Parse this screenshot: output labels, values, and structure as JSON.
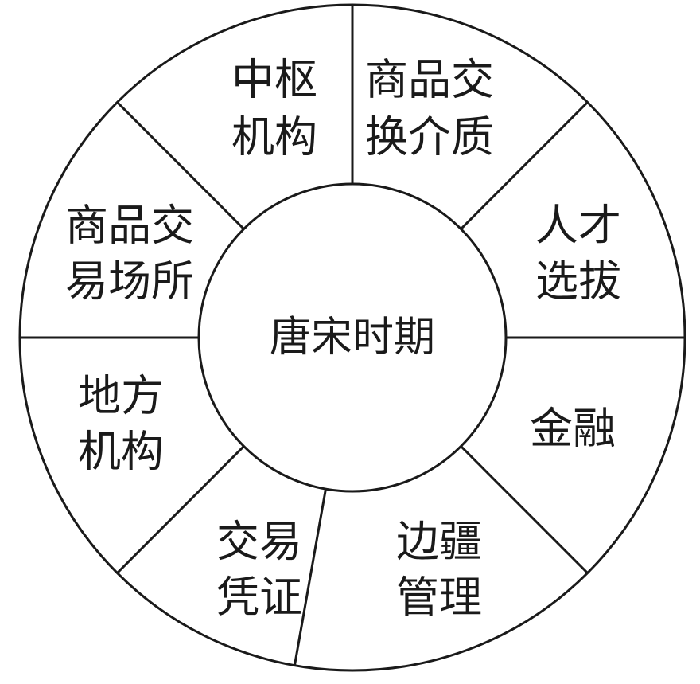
{
  "center_label": "唐宋时期",
  "sectors": [
    {
      "lines": [
        "中枢",
        "机构"
      ]
    },
    {
      "lines": [
        "商品交",
        "换介质"
      ]
    },
    {
      "lines": [
        "人才",
        "选拔"
      ]
    },
    {
      "lines": [
        "金融"
      ]
    },
    {
      "lines": [
        "边疆",
        "管理"
      ]
    },
    {
      "lines": [
        "交易",
        "凭证"
      ]
    },
    {
      "lines": [
        "地方",
        "机构"
      ]
    },
    {
      "lines": [
        "商品交",
        "易场所"
      ]
    }
  ],
  "colors": {
    "stroke": "#1a1a1a",
    "background": "#ffffff"
  }
}
